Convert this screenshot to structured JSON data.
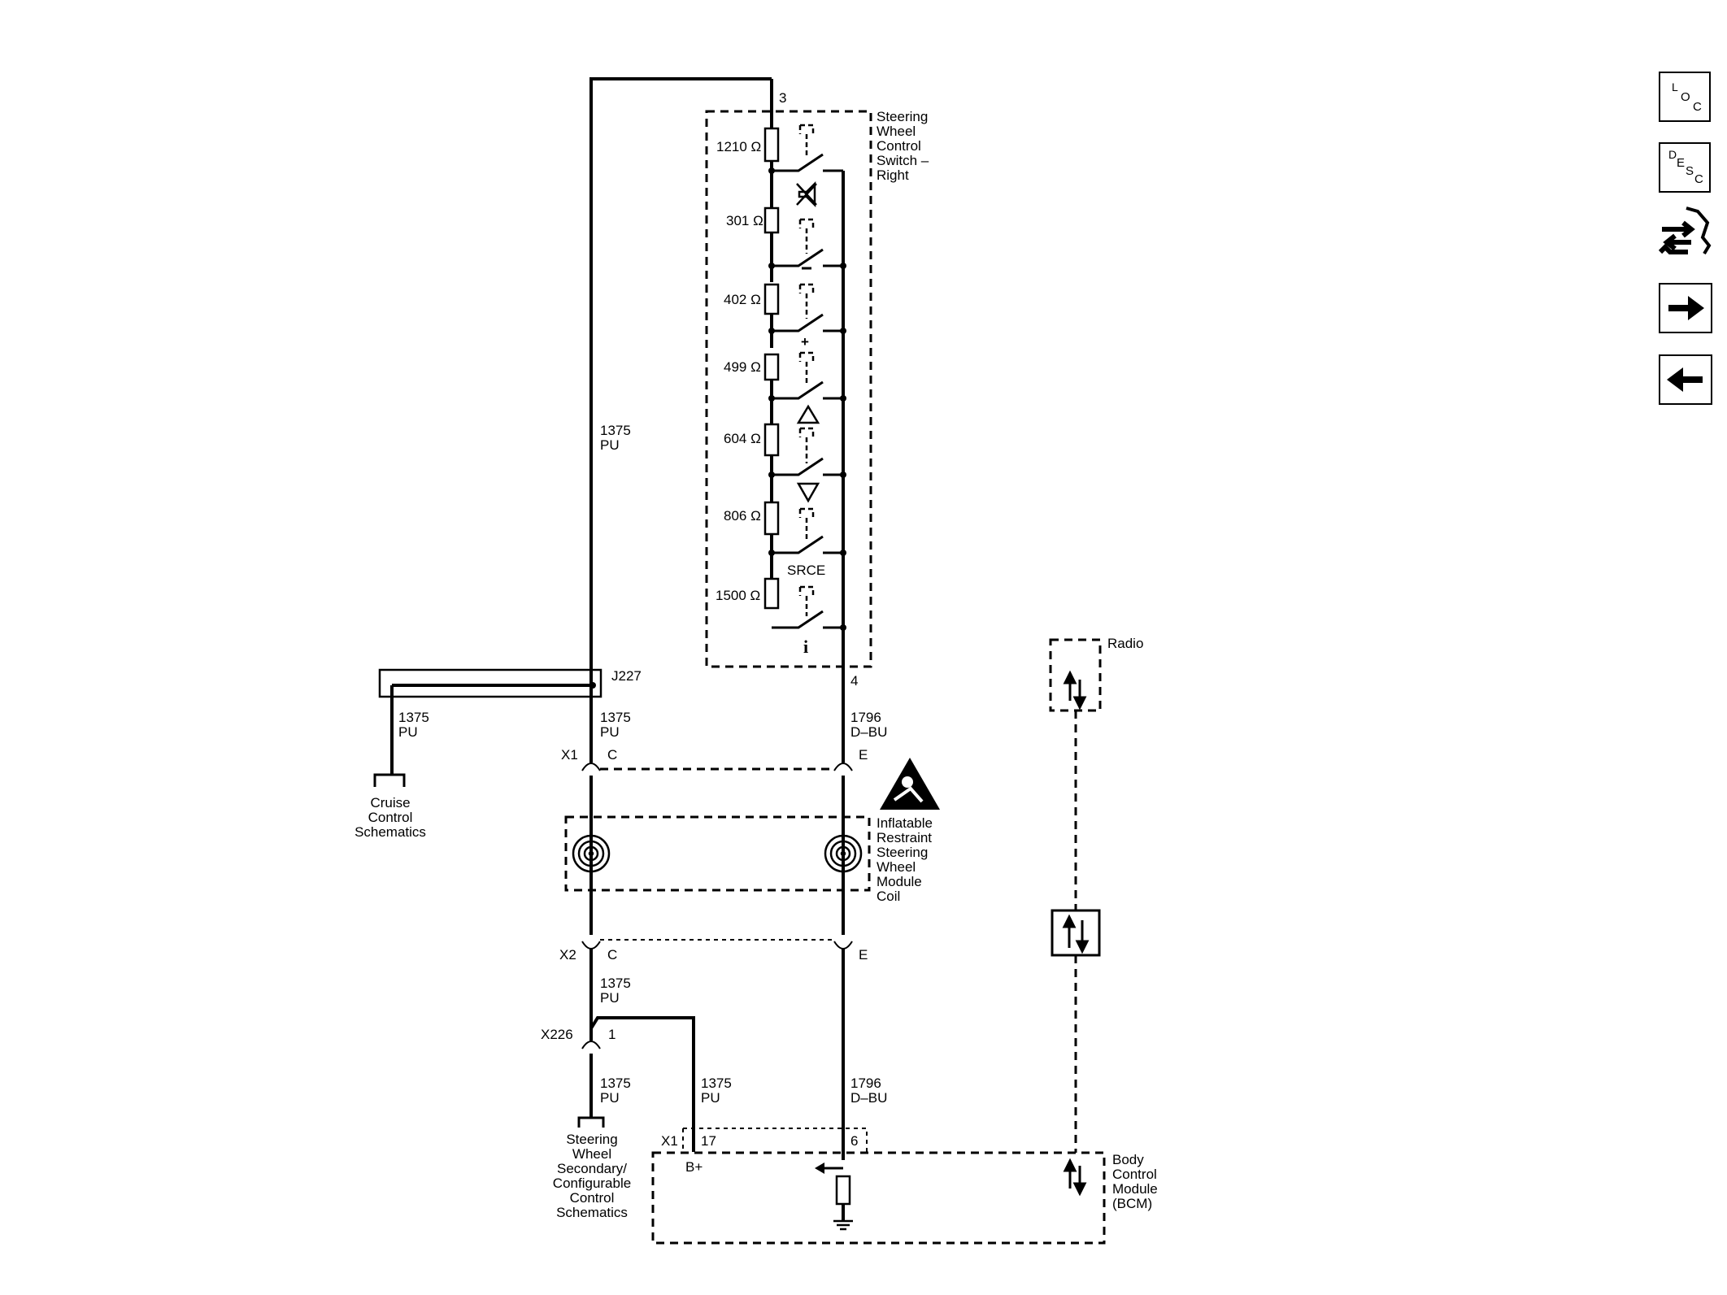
{
  "toolbar": {
    "loc": {
      "l1": "L",
      "l2": "O",
      "l3": "C"
    },
    "desc": {
      "l1": "D",
      "l2": "E",
      "l3": "S",
      "l4": "C"
    },
    "icons": [
      "loc-button",
      "desc-button",
      "connector-tool-icon",
      "next-arrow-icon",
      "previous-arrow-icon"
    ]
  },
  "switch": {
    "name": [
      "Steering",
      "Wheel",
      "Control",
      "Switch –",
      "Right"
    ],
    "pin_top": "3",
    "pin_bottom": "4",
    "resistors": [
      "1210 Ω",
      "301 Ω",
      "402 Ω",
      "499 Ω",
      "604 Ω",
      "806 Ω",
      "1500 Ω"
    ],
    "plus_label": "+",
    "source_label": "SRCE",
    "info_label": "i"
  },
  "circuits": {
    "c1375_upper": [
      "1375",
      "PU"
    ],
    "c1375_cruise": [
      "1375",
      "PU"
    ],
    "c1375_j227": [
      "1375",
      "PU"
    ],
    "c1796_top": [
      "1796",
      "D–BU"
    ],
    "c1375_x2": [
      "1375",
      "PU"
    ],
    "c1375_lower": [
      "1375",
      "PU"
    ],
    "c1375_bplus": [
      "1375",
      "PU"
    ],
    "c1796_bottom": [
      "1796",
      "D–BU"
    ]
  },
  "splice": "J227",
  "connectors": {
    "x1": "X1",
    "x1_c": "C",
    "x1_e": "E",
    "x2": "X2",
    "x2_c": "C",
    "x2_e": "E",
    "x226": "X226",
    "x226_pin": "1",
    "bcm_x1": "X1",
    "bcm_pin17": "17",
    "bcm_pin6": "6"
  },
  "coil_label": [
    "Inflatable",
    "Restraint",
    "Steering",
    "Wheel",
    "Module",
    "Coil"
  ],
  "cruise_label": [
    "Cruise",
    "Control",
    "Schematics"
  ],
  "secondary_label": [
    "Steering",
    "Wheel",
    "Secondary/",
    "Configurable",
    "Control",
    "Schematics"
  ],
  "radio_label": "Radio",
  "bcm": {
    "name": [
      "Body",
      "Control",
      "Module",
      "(BCM)"
    ],
    "bplus": "B+"
  }
}
